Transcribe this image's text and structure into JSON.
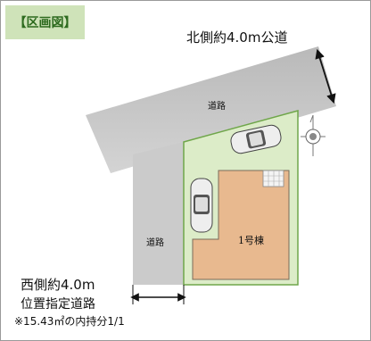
{
  "header": {
    "tag_label": "【区画図】"
  },
  "roads": {
    "north_label": "北側約4.0m公道",
    "top_road_name": "道路",
    "left_road_name": "道路",
    "west_width": "西側約4.0m",
    "west_description": "位置指定道路",
    "west_note": "※15.43㎡の内持分1/1"
  },
  "lot": {
    "house_label": "1号棟"
  },
  "colors": {
    "road": "#c8c8c8",
    "lot": "#dcecc8",
    "lot_border": "#6fa64a",
    "house": "#e8b98f",
    "house_border": "#7a6a5a",
    "tag_bg": "#cfe3b9"
  },
  "icons": [
    "compass-icon",
    "car-icon",
    "dimension-arrow-icon"
  ]
}
